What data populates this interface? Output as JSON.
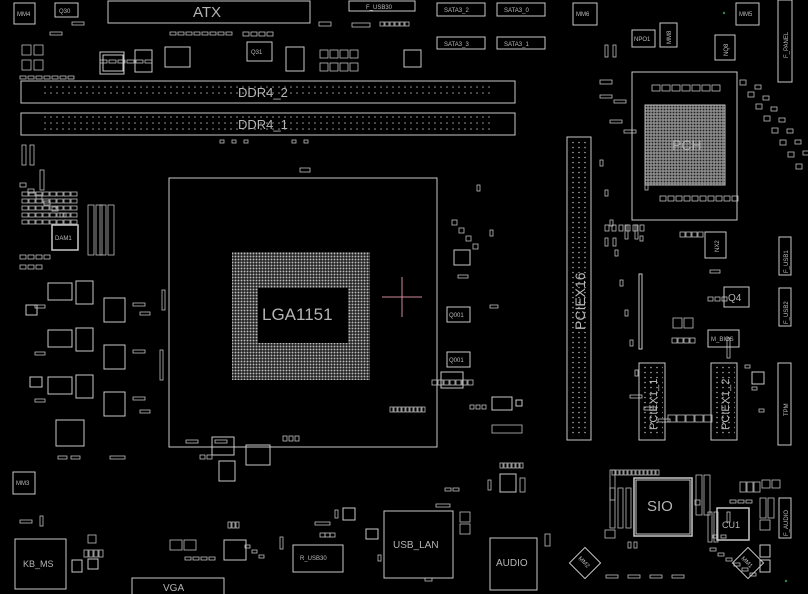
{
  "board": {
    "title": "LGA1151 motherboard boardview",
    "connectors": {
      "atx": "ATX",
      "f_usb30": "F_USB30",
      "sata3_2": "SATA3_2",
      "sata3_0": "SATA3_0",
      "sata3_3": "SATA3_3",
      "sata3_1": "SATA3_1",
      "f_panel": "F_PANEL",
      "ddr4_2": "DDR4_2",
      "ddr4_1": "DDR4_1",
      "pciex16": "PCIEX16",
      "pciex1_1": "PCIEX1_1",
      "pciex1_2": "PCIEX1_2",
      "tpm": "TPM",
      "f_usb1": "F_USB1",
      "f_usb2": "F_USB2",
      "kb_ms": "KB_MS",
      "vga": "VGA",
      "r_usb30": "R_USB30",
      "usb_lan": "USB_LAN",
      "audio": "AUDIO",
      "f_audio": "F_AUDIO"
    },
    "chips": {
      "cpu_socket": "LGA1151",
      "pch": "PCH",
      "sio": "SIO",
      "cu1": "CU1",
      "m_bios": "M_BIOS",
      "nx2": "NX2",
      "q4": "Q4",
      "q30": "Q30",
      "q31": "Q31",
      "mm1": "MM1",
      "mm2": "MM2",
      "mm3": "MM3",
      "mm4": "MM4",
      "mm5": "MM5",
      "mm6": "MM6",
      "mm8": "MM8",
      "npo1": "NPO1",
      "nq8": "NQ8",
      "dam1": "DAM1",
      "q001a": "Q001",
      "q001b": "Q001"
    },
    "colors": {
      "background": "#000000",
      "outline": "#c8c8c8",
      "cursor": "#d08a9a"
    }
  }
}
